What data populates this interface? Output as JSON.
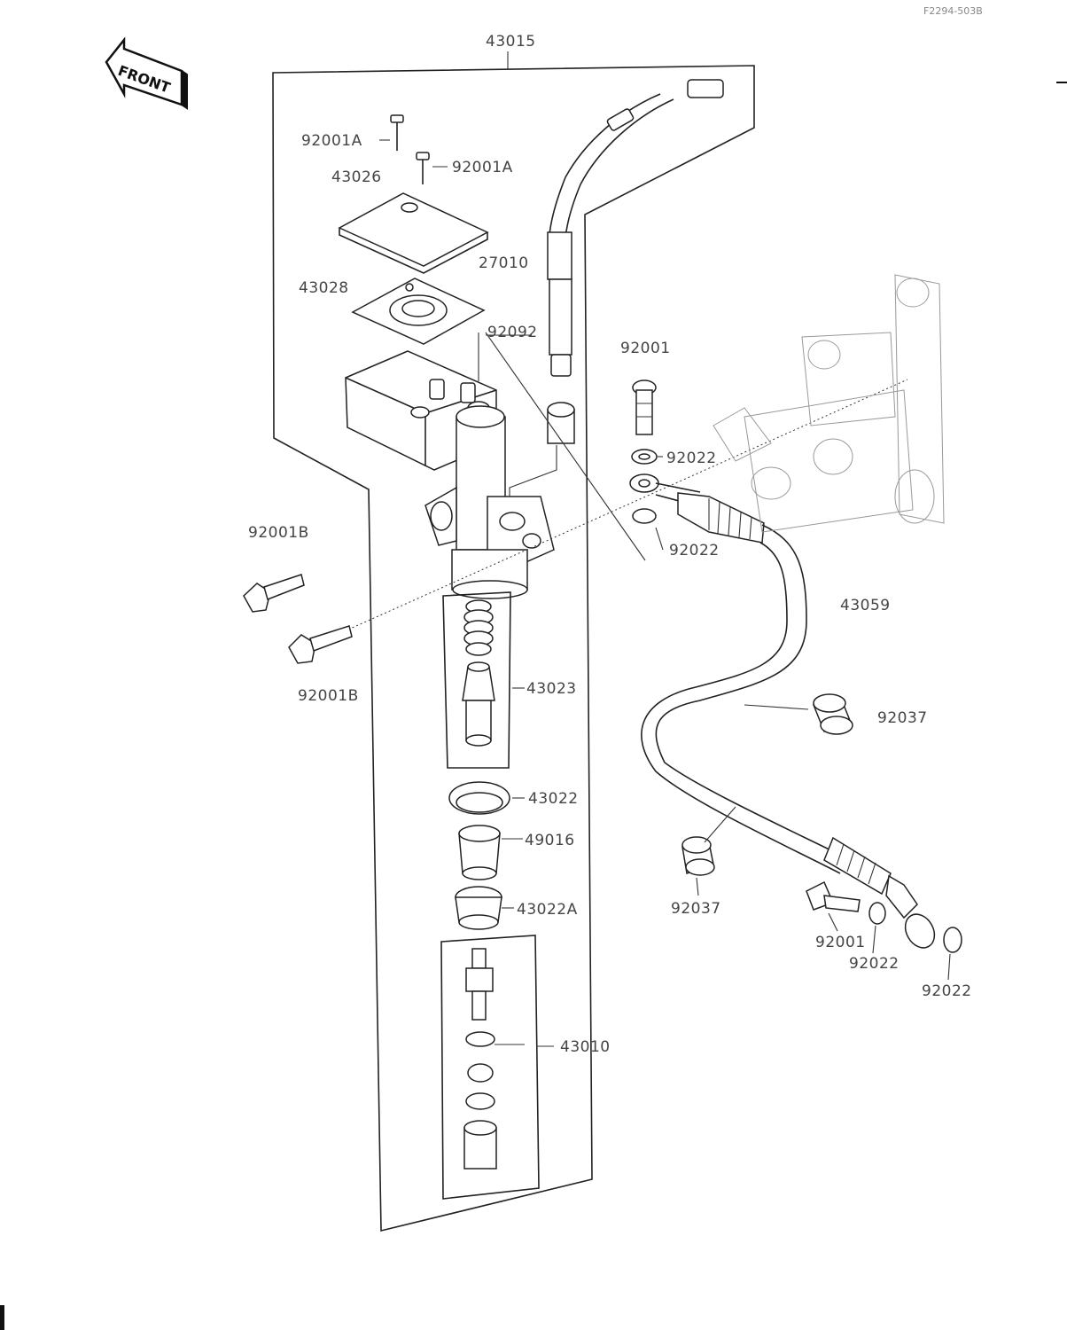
{
  "header": {
    "ref_code": "F2294-503B",
    "front_label": "FRONT"
  },
  "labels": {
    "assembly": "43015",
    "screw_a1": "92001A",
    "screw_a2": "92001A",
    "cap": "43026",
    "diaphragm": "27010",
    "plate": "43028",
    "fitting": "92092",
    "banjo_bolt_top": "92001",
    "washer_top_1": "92022",
    "washer_top_2": "92022",
    "bolt_b1": "92001B",
    "bolt_b2": "92001B",
    "piston_kit": "43023",
    "hose": "43059",
    "grommet_1": "92037",
    "grommet_2": "92037",
    "cup": "43022",
    "bushing": "49016",
    "cup_a": "43022A",
    "pushrod_kit": "43010",
    "banjo_bolt_bottom": "92001",
    "washer_bottom_1": "92022",
    "washer_bottom_2": "92022"
  }
}
